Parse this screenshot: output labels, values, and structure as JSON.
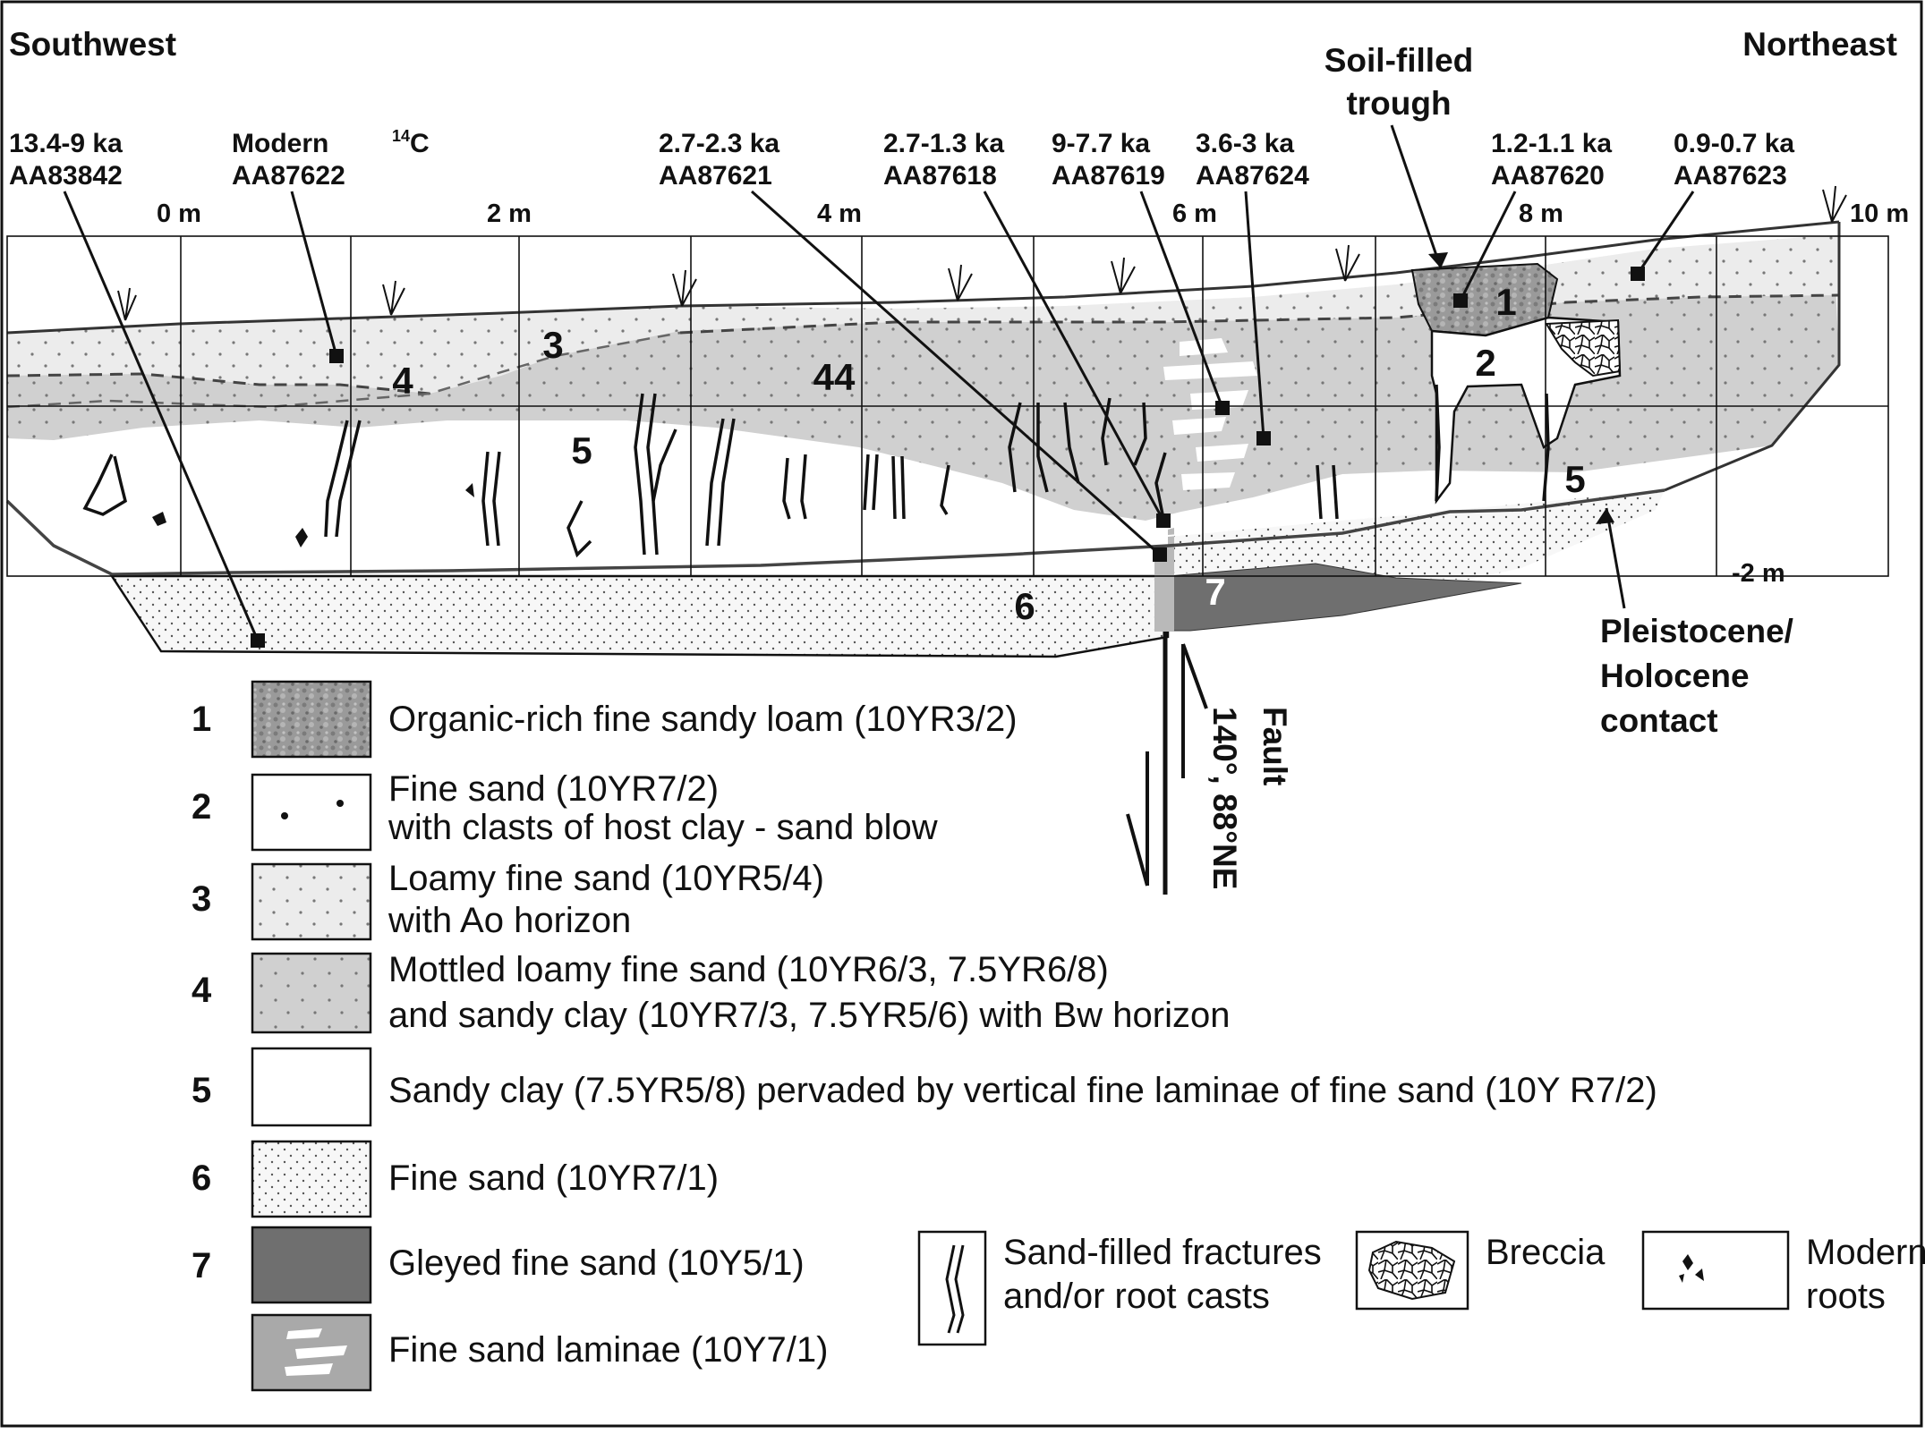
{
  "orientation": {
    "left": "Southwest",
    "right": "Northeast"
  },
  "soil_filled_trough": {
    "line1": "Soil-filled",
    "line2": "trough"
  },
  "c14_label": {
    "super": "14",
    "base": "C"
  },
  "samples": [
    {
      "age": "13.4-9 ka",
      "id": "AA83842"
    },
    {
      "age": "Modern",
      "id": "AA87622"
    },
    {
      "age": "2.7-2.3 ka",
      "id": "AA87621"
    },
    {
      "age": "2.7-1.3 ka",
      "id": "AA87618"
    },
    {
      "age": "9-7.7 ka",
      "id": "AA87619"
    },
    {
      "age": "3.6-3 ka",
      "id": "AA87624"
    },
    {
      "age": "1.2-1.1 ka",
      "id": "AA87620"
    },
    {
      "age": "0.9-0.7 ka",
      "id": "AA87623"
    }
  ],
  "distance_ticks": [
    "0 m",
    "2 m",
    "4 m",
    "6 m",
    "8 m",
    "10 m"
  ],
  "depth_label": "-2 m",
  "unit_labels": {
    "u1": "1",
    "u2": "2",
    "u3": "3",
    "u4": "4",
    "u44": "44",
    "u5_left": "5",
    "u5_right": "5",
    "u6": "6",
    "u7": "7"
  },
  "fault": {
    "line1": "Fault",
    "line2": "140°, 88°NE"
  },
  "contact": {
    "line1": "Pleistocene/",
    "line2": "Holocene",
    "line3": "contact"
  },
  "legend": [
    {
      "num": "1",
      "lines": [
        "Organic-rich fine sandy loam (10YR3/2)"
      ]
    },
    {
      "num": "2",
      "lines": [
        "Fine sand (10YR7/2)",
        "with clasts of host clay - sand blow"
      ]
    },
    {
      "num": "3",
      "lines": [
        "Loamy fine sand (10YR5/4)",
        "with Ao horizon"
      ]
    },
    {
      "num": "4",
      "lines": [
        "Mottled loamy fine sand (10YR6/3, 7.5YR6/8)",
        "and sandy clay (10YR7/3, 7.5YR5/6) with Bw horizon"
      ]
    },
    {
      "num": "5",
      "lines": [
        "Sandy clay (7.5YR5/8) pervaded by vertical fine laminae of fine sand (10Y R7/2)"
      ]
    },
    {
      "num": "6",
      "lines": [
        "Fine sand (10YR7/1)"
      ]
    },
    {
      "num": "7",
      "lines": [
        "Gleyed fine sand (10Y5/1)"
      ]
    },
    {
      "num": "",
      "lines": [
        "Fine sand laminae (10Y7/1)"
      ]
    }
  ],
  "symbols": {
    "fractures": [
      "Sand-filled fractures",
      "and/or root casts"
    ],
    "breccia": "Breccia",
    "roots": [
      "Modern",
      "roots"
    ]
  },
  "colors": {
    "unit1": "#9a9a9a",
    "unit3": "#ececec",
    "unit4": "#d0d0d0",
    "unit6": "#f7f7f7",
    "unit7": "#6f6f6f",
    "laminae_bg": "#a9a9a9",
    "ink": "#111111"
  }
}
